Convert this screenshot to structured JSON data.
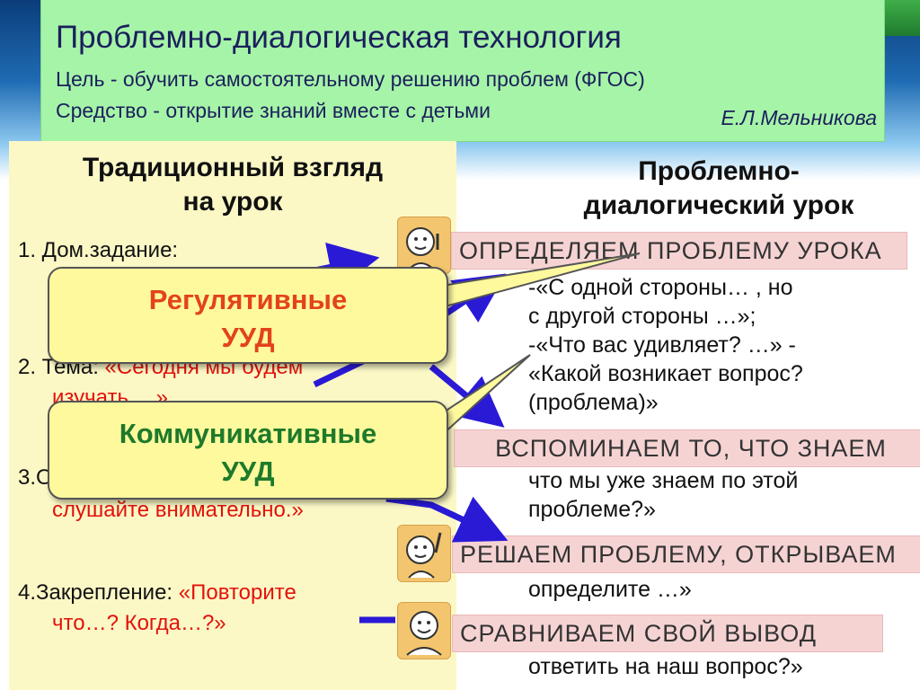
{
  "header": {
    "title": "Проблемно-диалогическая технология",
    "goal": "Цель - обучить самостоятельному решению проблем (ФГОС)",
    "means": "Средство - открытие знаний вместе с детьми",
    "author": "Е.Л.Мельникова"
  },
  "left": {
    "heading_line1": "Традиционный взгляд",
    "heading_line2": "на урок",
    "items": [
      {
        "label": "1. Дом.задание:"
      },
      {
        "label": "2. Тема: ",
        "quote": "«Сегодня мы будем",
        "quote2": "изучать …»"
      },
      {
        "label": "3.Объяснение: ",
        "quote": "слушайте внимательно.»"
      },
      {
        "label": "4.Закрепление: ",
        "quote": "«Повторите",
        "quote2": "что…? Когда…?»"
      }
    ]
  },
  "right": {
    "heading_line1": "Проблемно-",
    "heading_line2": "диалогический урок",
    "steps": [
      "ОПРЕДЕЛЯЕМ ПРОБЛЕМУ УРОКА",
      "ВСПОМИНАЕМ ТО, ЧТО ЗНАЕМ",
      "РЕШАЕМ ПРОБЛЕМУ, ОТКРЫВАЕМ",
      "СРАВНИВАЕМ СВОЙ ВЫВОД"
    ],
    "text": {
      "l1": "-«С одной стороны… , но",
      "l2": "с другой стороны …»;",
      "l3": "-«Что вас удивляет? …»   -",
      "l4": "«Какой возникает вопрос?",
      "l5": "(проблема)»",
      "l6": "что мы уже знаем по этой",
      "l7": "проблеме?»",
      "l8": "определите …»",
      "l9": "ответить на наш вопрос?»"
    }
  },
  "callouts": {
    "regulative_line1": "Регулятивные",
    "regulative_line2": "УУД",
    "communicative_line1": "Коммуникативные",
    "communicative_line2": "УУД"
  },
  "colors": {
    "header_bg": "#a6f4a8",
    "left_panel_bg": "#fbf8c6",
    "strip_bg": "#f6d3d3",
    "callout_bg": "#fff99e",
    "arrow": "#2a1ad6",
    "red_text": "#e3120b"
  }
}
